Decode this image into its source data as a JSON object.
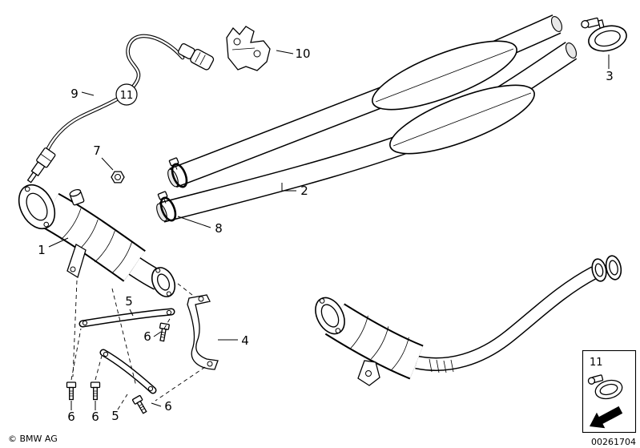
{
  "footer": {
    "copyright": "© BMW AG",
    "part_number": "00261704"
  },
  "callouts": {
    "c1": "1",
    "c2": "2",
    "c3": "3",
    "c4": "4",
    "c5_upper": "5",
    "c5_lower": "5",
    "c6_a": "6",
    "c6_b": "6",
    "c6_c": "6",
    "c6_d": "6",
    "c7": "7",
    "c8": "8",
    "c9": "9",
    "c10": "10",
    "c11": "11"
  },
  "inset": {
    "label": "11"
  },
  "colors": {
    "line": "#000000",
    "background": "#ffffff"
  }
}
